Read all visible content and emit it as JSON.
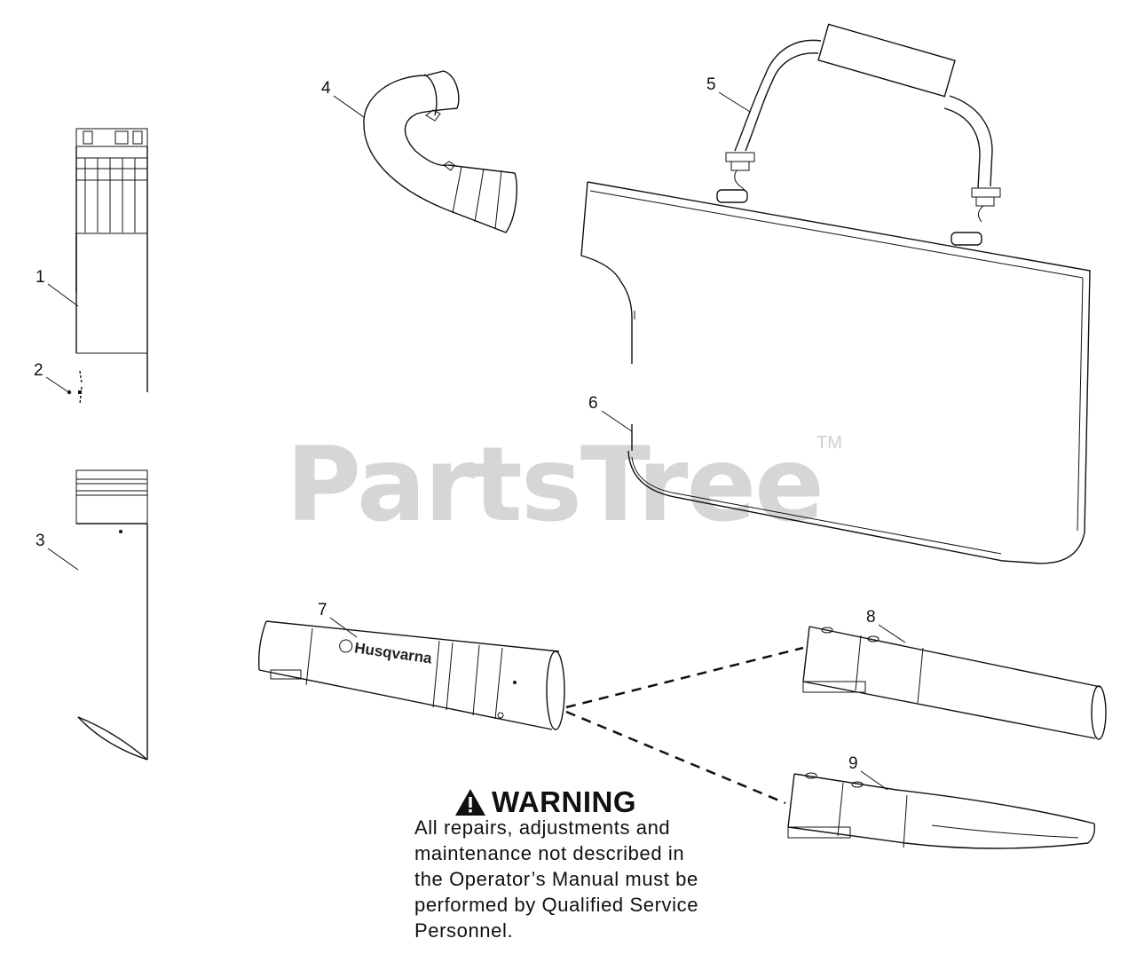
{
  "watermark": {
    "text": "PartsTree",
    "trademark": "TM"
  },
  "parts": [
    {
      "callout": "1"
    },
    {
      "callout": "2"
    },
    {
      "callout": "3"
    },
    {
      "callout": "4"
    },
    {
      "callout": "5"
    },
    {
      "callout": "6"
    },
    {
      "callout": "7"
    },
    {
      "callout": "8"
    },
    {
      "callout": "9"
    }
  ],
  "tube_brand": "Husqvarna",
  "warning": {
    "title": "WARNING",
    "lines": [
      "All repairs, adjustments and",
      "maintenance not described in",
      "the Operator’s Manual must be",
      "performed by Qualified Service",
      "Personnel."
    ]
  },
  "icons": {
    "warning": "warning-triangle-icon",
    "brand_logo": "husqvarna-crown-icon"
  }
}
